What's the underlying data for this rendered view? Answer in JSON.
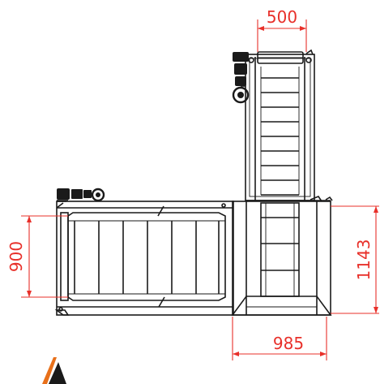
{
  "dimensions": {
    "top_width": "500",
    "left_height": "900",
    "right_height": "1143",
    "bottom_width": "985"
  },
  "colors": {
    "dimension": "#e8302a",
    "outline": "#1a1a1a",
    "logo": "#e8701a"
  },
  "icons": {
    "logo": "orange-partial-logo-icon",
    "motor_top": "gear-motor-icon",
    "motor_left": "gear-motor-icon"
  }
}
